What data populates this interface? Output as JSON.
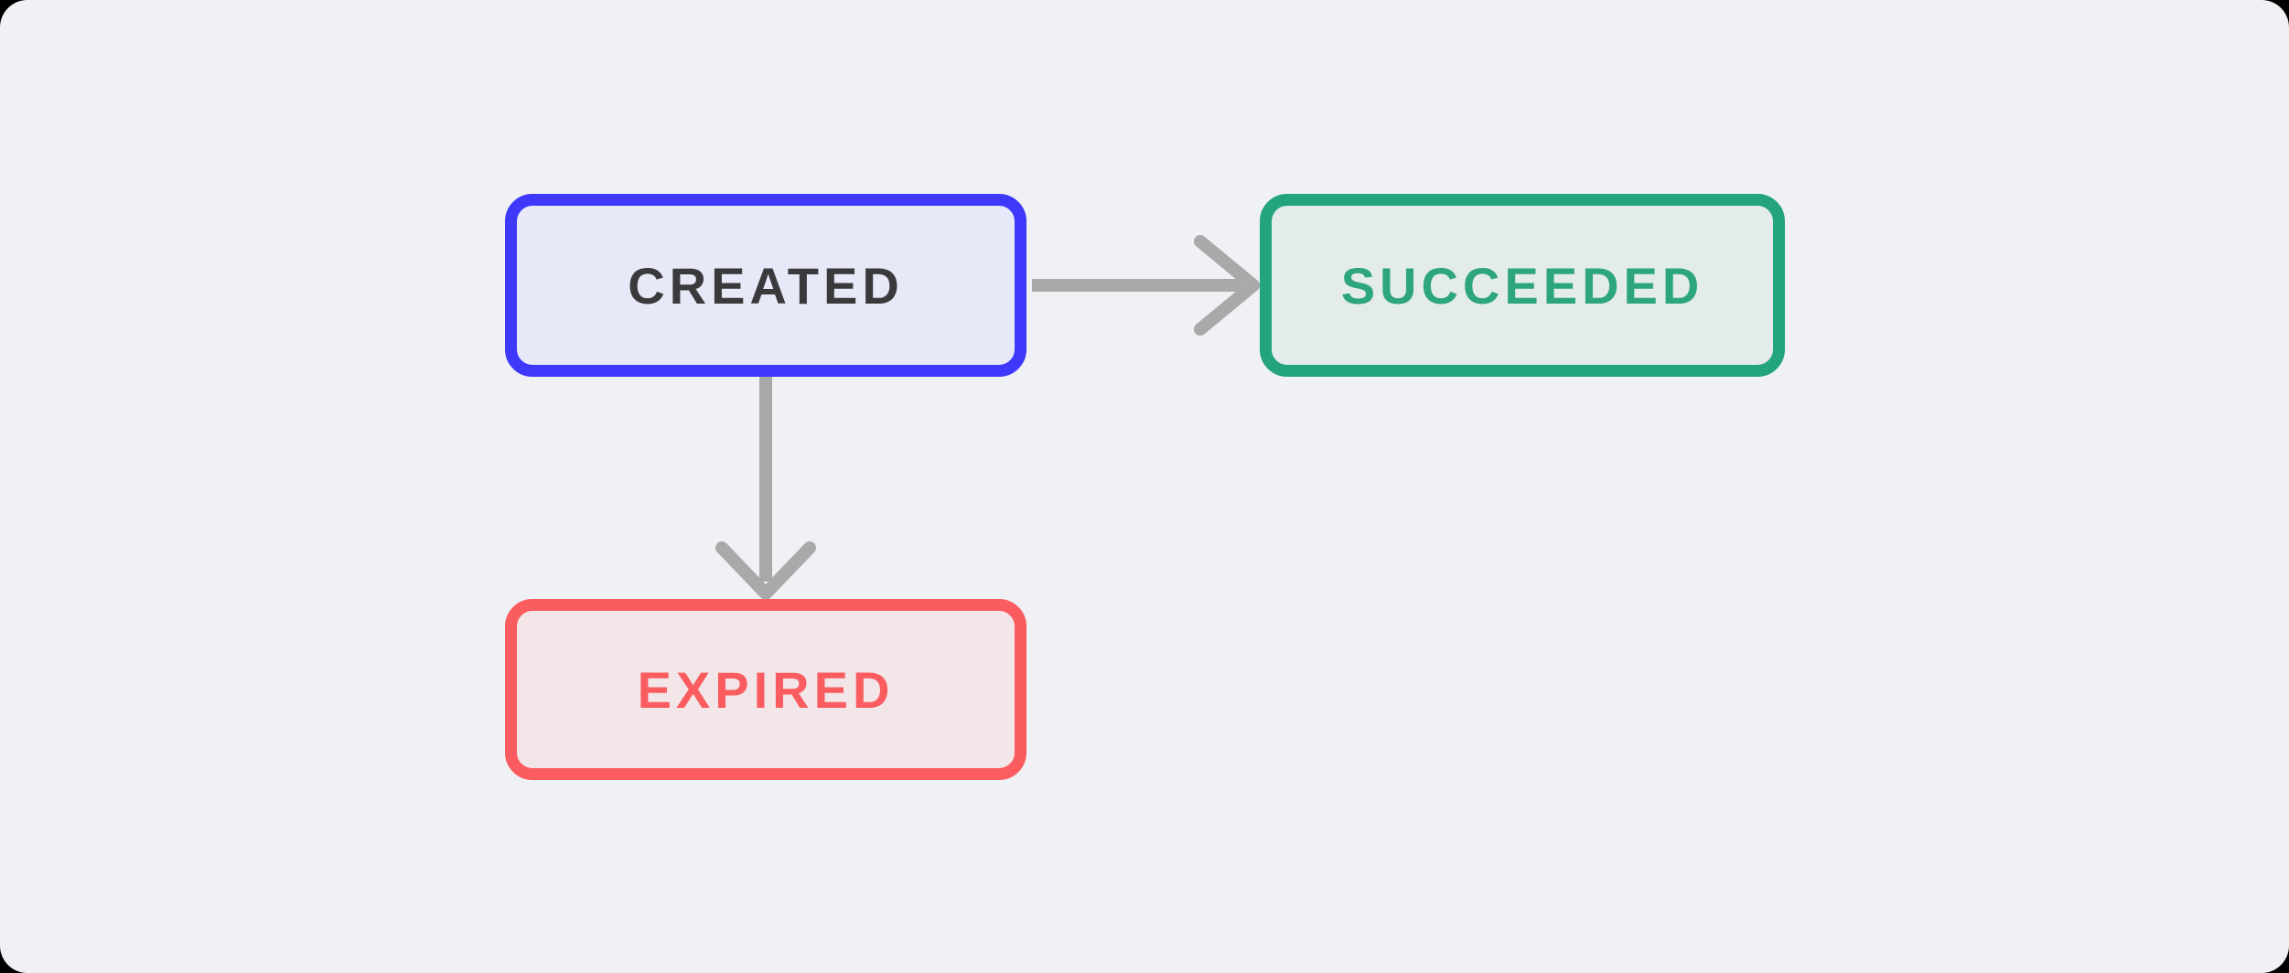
{
  "diagram": {
    "canvas": {
      "background": "#eff1f4",
      "outer_background": "#000000"
    },
    "nodes": [
      {
        "id": "created",
        "label": "CREATED",
        "border_color": "#3e38fa",
        "fill_color": "#e7e8f8",
        "text_color": "#3a3a3c"
      },
      {
        "id": "succeeded",
        "label": "SUCCEEDED",
        "border_color": "#23a47e",
        "fill_color": "#e3ecea",
        "text_color": "#2da57e"
      },
      {
        "id": "expired",
        "label": "EXPIRED",
        "border_color": "#fa5c5f",
        "fill_color": "#f3e6e9",
        "text_color": "#fa5c5f"
      }
    ],
    "edges": [
      {
        "from": "created",
        "to": "succeeded",
        "direction": "right",
        "color": "#a9a9aa"
      },
      {
        "from": "created",
        "to": "expired",
        "direction": "down",
        "color": "#a9a9aa"
      }
    ]
  }
}
